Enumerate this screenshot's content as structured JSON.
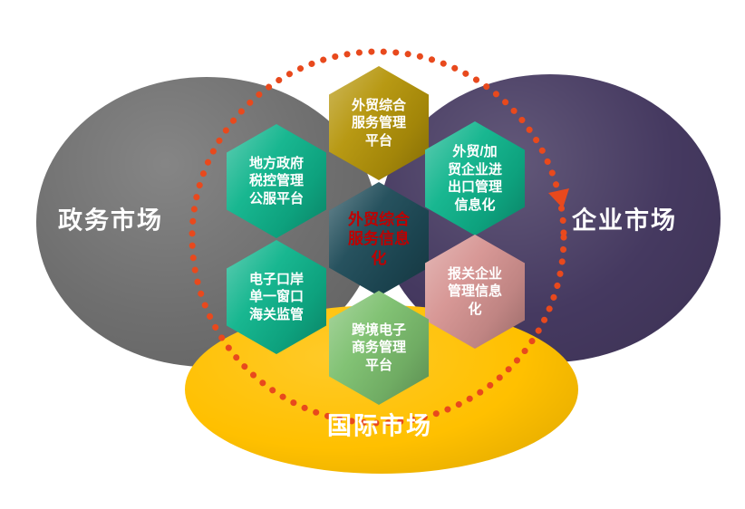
{
  "diagram": {
    "background": "#ffffff",
    "markets": [
      {
        "id": "government",
        "label": "政务市场",
        "color": "#6e6e6e"
      },
      {
        "id": "enterprise",
        "label": "企业市场",
        "color": "#453960"
      },
      {
        "id": "international",
        "label": "国际市场",
        "color": "#ffc000"
      }
    ],
    "hexagons": [
      {
        "id": "top",
        "label": "外贸综合\n服务管理\n平台",
        "color": "#b5950a",
        "text_color": "#ffffff"
      },
      {
        "id": "upper-left",
        "label": "地方政府\n税控管理\n公服平台",
        "color": "#0fb48c",
        "text_color": "#ffffff"
      },
      {
        "id": "upper-right",
        "label": "外贸/加\n贸企业进\n出口管理\n信息化",
        "color": "#0fb48c",
        "text_color": "#ffffff"
      },
      {
        "id": "center",
        "label": "外贸综合\n服务信息\n化",
        "color": "#1e4b58",
        "text_color": "#c00000"
      },
      {
        "id": "lower-left",
        "label": "电子口岸\n单一窗口\n海关监管",
        "color": "#0fb48c",
        "text_color": "#ffffff"
      },
      {
        "id": "lower-right",
        "label": "报关企业\n管理信息\n化",
        "color": "#d69492",
        "text_color": "#ffffff"
      },
      {
        "id": "bottom",
        "label": "跨境电子\n商务管理\n平台",
        "color": "#7dc06f",
        "text_color": "#ffffff"
      }
    ],
    "cycle": {
      "color": "#e8491d"
    }
  }
}
